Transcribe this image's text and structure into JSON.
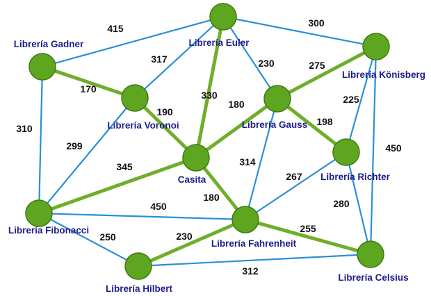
{
  "colors": {
    "background": "#ffffff",
    "edge": "#2a8fd6",
    "mst_edge": "#6fae2a",
    "node_fill": "#5ea61f",
    "node_stroke": "#3f7a12",
    "label": "#1d1d8c",
    "weight": "#111111"
  },
  "nodes": [
    {
      "id": "euler",
      "label": "Librería Euler"
    },
    {
      "id": "gadner",
      "label": "Librería Gadner"
    },
    {
      "id": "konisberg",
      "label": "Librería Könisberg"
    },
    {
      "id": "voronoi",
      "label": "Librería Voronoi"
    },
    {
      "id": "gauss",
      "label": "Librería Gauss"
    },
    {
      "id": "casita",
      "label": "Casita"
    },
    {
      "id": "richter",
      "label": "Librería Richter"
    },
    {
      "id": "fibonacci",
      "label": "Librería Fibonacci"
    },
    {
      "id": "fahrenheit",
      "label": "Librería Fahrenheit"
    },
    {
      "id": "hilbert",
      "label": "Librería Hilbert"
    },
    {
      "id": "celsius",
      "label": "Librería Celsius"
    }
  ],
  "edges": [
    {
      "from": "gadner",
      "to": "euler",
      "weight": "415",
      "highlighted": false
    },
    {
      "from": "euler",
      "to": "konisberg",
      "weight": "300",
      "highlighted": false
    },
    {
      "from": "euler",
      "to": "voronoi",
      "weight": "317",
      "highlighted": false
    },
    {
      "from": "euler",
      "to": "casita",
      "weight": "330",
      "highlighted": true
    },
    {
      "from": "euler",
      "to": "gauss",
      "weight": "230",
      "highlighted": false
    },
    {
      "from": "gauss",
      "to": "konisberg",
      "weight": "275",
      "highlighted": true
    },
    {
      "from": "gadner",
      "to": "voronoi",
      "weight": "170",
      "highlighted": true
    },
    {
      "from": "voronoi",
      "to": "casita",
      "weight": "190",
      "highlighted": true
    },
    {
      "from": "casita",
      "to": "gauss",
      "weight": "180",
      "highlighted": true
    },
    {
      "from": "gauss",
      "to": "richter",
      "weight": "198",
      "highlighted": true
    },
    {
      "from": "konisberg",
      "to": "richter",
      "weight": "225",
      "highlighted": false
    },
    {
      "from": "gadner",
      "to": "fibonacci",
      "weight": "310",
      "highlighted": false
    },
    {
      "from": "voronoi",
      "to": "fibonacci",
      "weight": "299",
      "highlighted": false
    },
    {
      "from": "casita",
      "to": "fibonacci",
      "weight": "345",
      "highlighted": true
    },
    {
      "from": "gauss",
      "to": "fahrenheit",
      "weight": "314",
      "highlighted": false
    },
    {
      "from": "konisberg",
      "to": "celsius",
      "weight": "450",
      "highlighted": false
    },
    {
      "from": "richter",
      "to": "fahrenheit",
      "weight": "267",
      "highlighted": false
    },
    {
      "from": "casita",
      "to": "fahrenheit",
      "weight": "180",
      "highlighted": true
    },
    {
      "from": "fibonacci",
      "to": "fahrenheit",
      "weight": "450",
      "highlighted": false
    },
    {
      "from": "richter",
      "to": "celsius",
      "weight": "280",
      "highlighted": false
    },
    {
      "from": "fibonacci",
      "to": "hilbert",
      "weight": "250",
      "highlighted": false
    },
    {
      "from": "hilbert",
      "to": "fahrenheit",
      "weight": "230",
      "highlighted": true
    },
    {
      "from": "fahrenheit",
      "to": "celsius",
      "weight": "255",
      "highlighted": true
    },
    {
      "from": "hilbert",
      "to": "celsius",
      "weight": "312",
      "highlighted": false
    }
  ]
}
